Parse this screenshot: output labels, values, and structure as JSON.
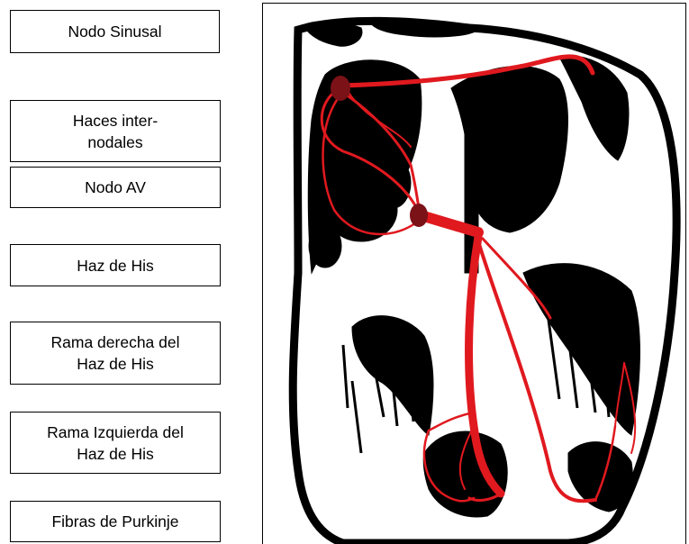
{
  "labels": [
    {
      "text": "Nodo Sinusal"
    },
    {
      "text": "Haces inter-\nnodales"
    },
    {
      "text": "Nodo AV"
    },
    {
      "text": "Haz de His"
    },
    {
      "text": "Rama derecha del\nHaz de His"
    },
    {
      "text": "Rama Izquierda del\nHaz de His"
    },
    {
      "text": "Fibras de Purkinje"
    }
  ],
  "colors": {
    "conduction": "#e0191f",
    "node": "#7a1218",
    "tissue": "#000000"
  }
}
